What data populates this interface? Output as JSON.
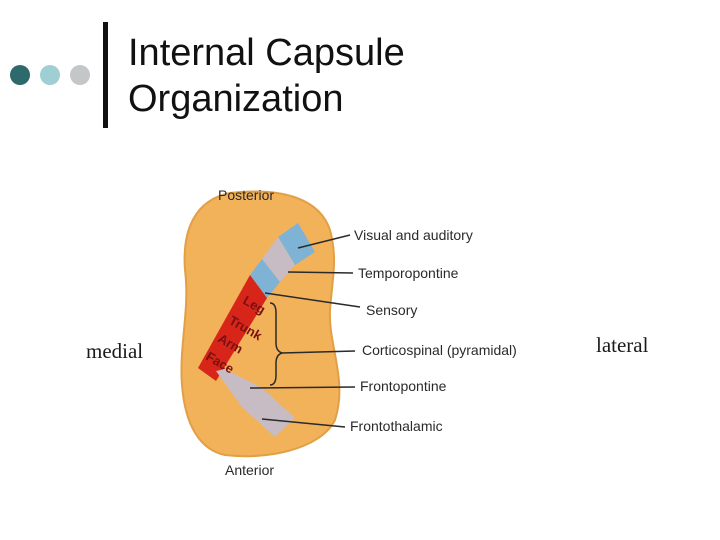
{
  "slide": {
    "title_line1": "Internal Capsule",
    "title_line2": "Organization"
  },
  "sides": {
    "medial": "medial",
    "lateral": "lateral"
  },
  "figure": {
    "posterior": "Posterior",
    "anterior": "Anterior",
    "body_parts": [
      "Leg",
      "Trunk",
      "Arm",
      "Face"
    ],
    "tracts": [
      "Visual and auditory",
      "Temporopontine",
      "Sensory",
      "Corticospinal (pyramidal)",
      "Frontopontine",
      "Frontothalamic"
    ]
  },
  "colors": {
    "capsule": "#f2b25a",
    "blue": "#7fb3d6",
    "gray": "#c7bcc4",
    "red": "#d8251a",
    "bullet_dark": "#2e6a6c",
    "bullet_light": "#9fcfd3",
    "bullet_gray": "#c4c7c8"
  }
}
